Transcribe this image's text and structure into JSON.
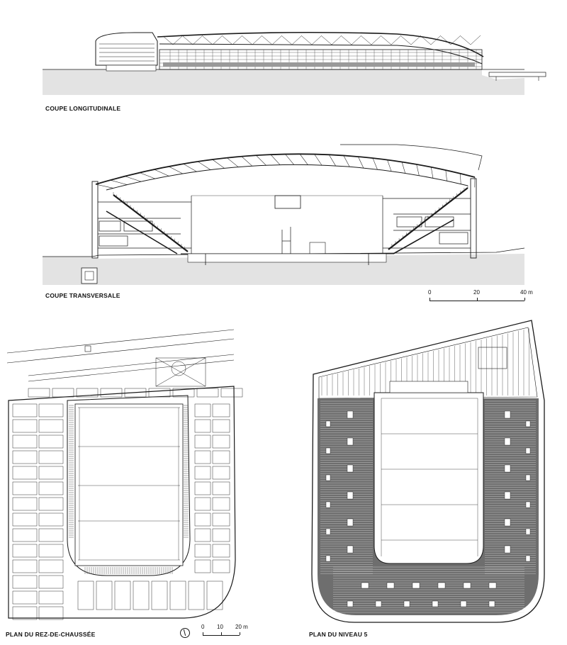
{
  "captions": {
    "section_long": "COUPE LONGITUDINALE",
    "section_trans": "COUPE TRANSVERSALE",
    "plan_ground": "PLAN DU REZ-DE-CHAUSSÉE",
    "plan_level5": "PLAN DU NIVEAU 5"
  },
  "scale_section": {
    "t0": "0",
    "t1": "20",
    "t2": "40 m"
  },
  "scale_plan": {
    "t0": "0",
    "t1": "10",
    "t2": "20 m"
  },
  "colors": {
    "line": "#1a1a1a",
    "ground": "#e3e3e3",
    "seats": "#5a5a5a",
    "paper": "#ffffff"
  }
}
